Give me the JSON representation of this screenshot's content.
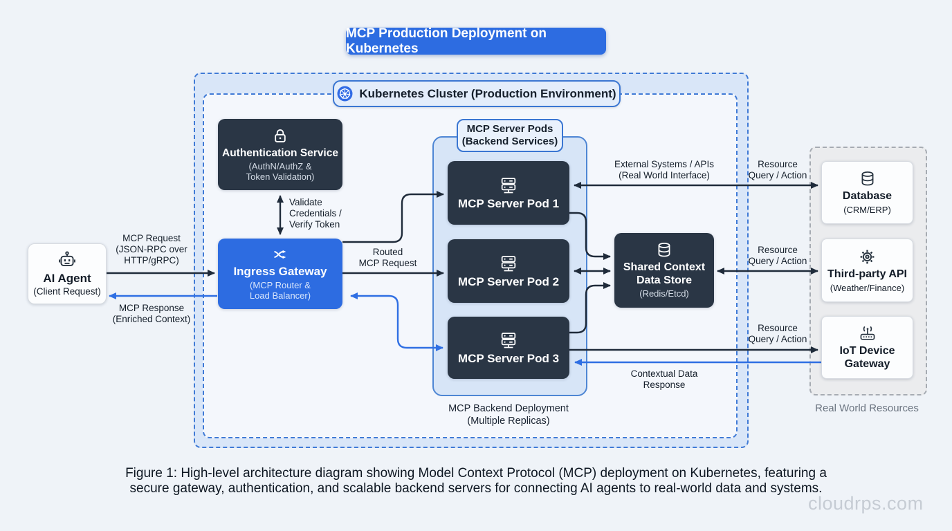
{
  "banner": {
    "title": "MCP Production Deployment on Kubernetes"
  },
  "cluster": {
    "label": "Kubernetes Cluster (Production Environment)",
    "icon": "kubernetes-icon",
    "auth": {
      "title": "Authentication Service",
      "subtitle": "(AuthN/AuthZ &\nToken Validation)",
      "icon": "lock-icon"
    },
    "ingress": {
      "title": "Ingress Gateway",
      "subtitle": "(MCP Router &\nLoad Balancer)",
      "icon": "shuffle-icon"
    },
    "pods_group": {
      "title": "MCP Server Pods\n(Backend Services)",
      "footer": "MCP Backend Deployment\n(Multiple Replicas)",
      "pod_icon": "server-icon",
      "pods": [
        {
          "label": "MCP Server Pod 1"
        },
        {
          "label": "MCP Server Pod 2"
        },
        {
          "label": "MCP Server Pod 3"
        }
      ]
    },
    "shared_store": {
      "title": "Shared Context\nData Store",
      "subtitle": "(Redis/Etcd)",
      "icon": "database-icon"
    }
  },
  "client": {
    "title": "AI Agent",
    "subtitle": "(Client Request)",
    "icon": "robot-icon"
  },
  "resources": {
    "label": "Real World Resources",
    "items": [
      {
        "title": "Database",
        "subtitle": "(CRM/ERP)",
        "icon": "database-icon"
      },
      {
        "title": "Third-party API",
        "subtitle": "(Weather/Finance)",
        "icon": "gear-icon"
      },
      {
        "title": "IoT Device\nGateway",
        "subtitle": "",
        "icon": "iot-router-icon"
      }
    ]
  },
  "edges": {
    "mcp_request": "MCP Request\n(JSON-RPC over\nHTTP/gRPC)",
    "mcp_response": "MCP Response\n(Enriched Context)",
    "validate": "Validate\nCredentials /\nVerify Token",
    "routed": "Routed\nMCP Request",
    "external_systems": "External Systems / APIs\n(Real World Interface)",
    "resource_query_1": "Resource\nQuery / Action",
    "resource_query_2": "Resource\nQuery / Action",
    "resource_query_3": "Resource\nQuery / Action",
    "contextual": "Contextual Data\nResponse"
  },
  "caption": "Figure 1: High-level architecture diagram showing Model Context Protocol (MCP) deployment on Kubernetes, featuring a\nsecure gateway, authentication, and scalable backend servers for connecting AI agents to real-world data and systems.",
  "watermark": "cloudrps.com",
  "colors": {
    "accent_blue": "#2d6ce1",
    "dark_navy": "#2a3645",
    "arrow_dark": "#1f2b3a",
    "arrow_blue": "#2f6fe3",
    "cluster_fill": "#d9e6f8",
    "pods_fill": "#d7e5f7",
    "resources_fill": "#ebecee"
  }
}
